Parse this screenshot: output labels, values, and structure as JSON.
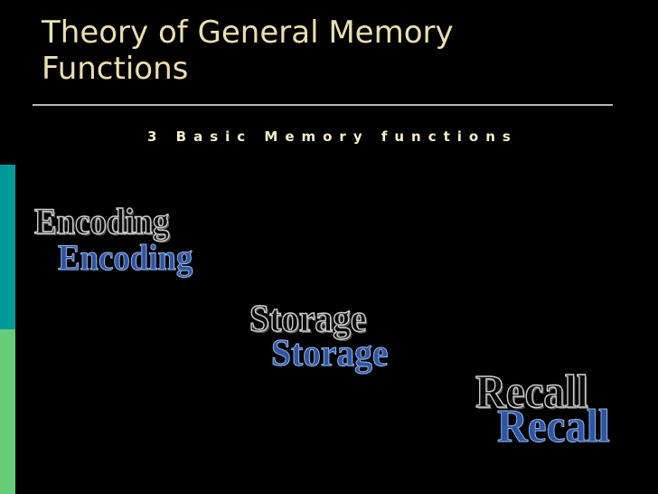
{
  "slide": {
    "title": "Theory of General Memory Functions",
    "subtitle": "3 Basic Memory functions",
    "wordart": {
      "encoding_outline": "Encoding",
      "encoding_filled": "Encoding",
      "storage_outline": "Storage",
      "storage_filled": "Storage",
      "recall_outline": "Recall",
      "recall_filled": "Recall"
    }
  },
  "colors": {
    "background": "#000000",
    "title_text": "#e9dfb0",
    "rule": "#b8b8b8",
    "left_bar_middle": "#009999",
    "left_bar_bottom": "#66cc77",
    "wordart_blue": "#2d55a5"
  }
}
